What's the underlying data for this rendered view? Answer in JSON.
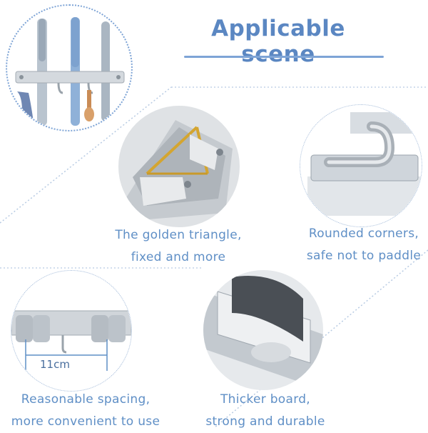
{
  "heading": {
    "title": "Applicable scene"
  },
  "captions": {
    "golden": {
      "line1": "The golden triangle,",
      "line2": "fixed and more"
    },
    "corners": {
      "line1": "Rounded corners,",
      "line2": "safe not to paddle"
    },
    "spacing": {
      "line1": "Reasonable spacing,",
      "line2": "more convenient to use",
      "measure": "11cm"
    },
    "board": {
      "line1": "Thicker board,",
      "line2": "strong and durable"
    }
  },
  "colors": {
    "title": "#5b87c2",
    "caption": "#5f8fc6",
    "accent_line": "#7ea4d6",
    "dotted": "#9fb8d8",
    "steel": "#c9ced3",
    "gold": "#d4a530"
  }
}
